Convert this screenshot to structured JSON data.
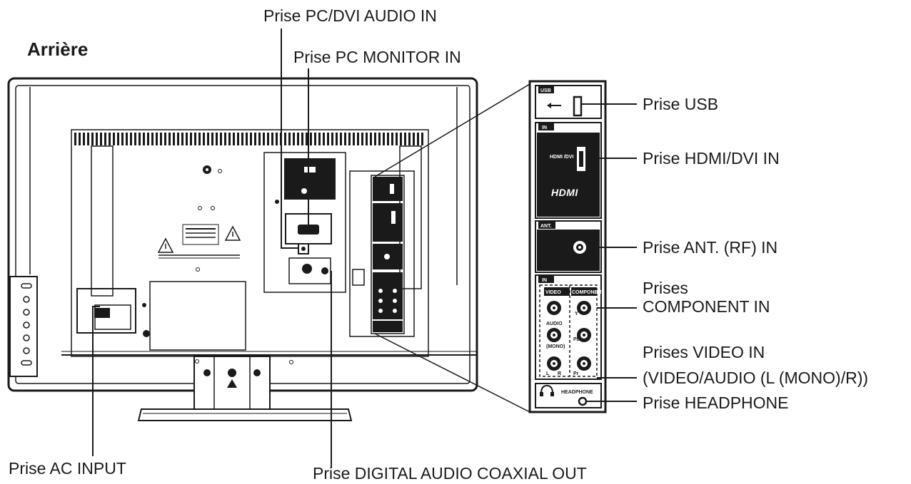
{
  "title": "Arrière",
  "callouts": {
    "pc_dvi_audio_in": "Prise PC/DVI AUDIO IN",
    "pc_monitor_in": "Prise PC MONITOR IN",
    "ac_input": "Prise AC INPUT",
    "digital_audio_coaxial_out": "Prise DIGITAL AUDIO COAXIAL OUT",
    "usb": "Prise USB",
    "hdmi_dvi_in": "Prise HDMI/DVI IN",
    "ant_rf_in": "Prise ANT. (RF) IN",
    "component_in_line1": "Prises",
    "component_in_line2": "COMPONENT IN",
    "video_in_line1": "Prises VIDEO IN",
    "video_in_line2": "(VIDEO/AUDIO (L (MONO)/R))",
    "headphone": "Prise HEADPHONE"
  },
  "panel_markings": {
    "usb": "USB",
    "in": "IN",
    "hdmi_dvi": "HDMI /DVI",
    "hdmi_logo": "HDMI",
    "ant": "ANT.",
    "in2": "IN",
    "video": "VIDEO",
    "component": "COMPONENT",
    "audio": "AUDIO",
    "mono": "(MONO)",
    "l": "L",
    "r": "R",
    "y": "Y",
    "pb": "Pb",
    "pr": "Pr",
    "headphone": "HEADPHONE"
  }
}
